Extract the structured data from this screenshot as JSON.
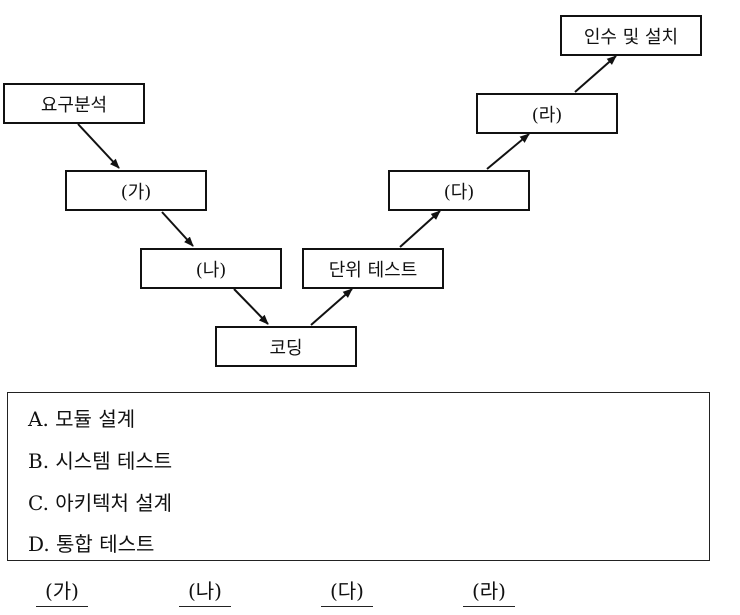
{
  "diagram": {
    "boxes": {
      "requirements": "요구분석",
      "ga": "(가)",
      "na": "(나)",
      "coding": "코딩",
      "unit_test": "단위 테스트",
      "da": "(다)",
      "ra": "(라)",
      "acceptance": "인수 및 설치"
    }
  },
  "options": [
    "A. 모듈 설계",
    "B. 시스템 테스트",
    "C. 아키텍처 설계",
    "D. 통합 테스트"
  ],
  "blanks": [
    "(가)",
    "(나)",
    "(다)",
    "(라)"
  ]
}
